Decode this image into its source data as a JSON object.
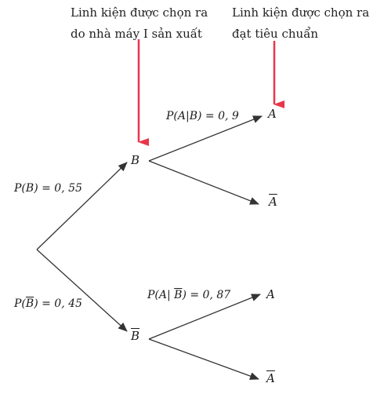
{
  "annotations": {
    "left": {
      "line1": "Linh kiện được chọn ra",
      "line2": "do nhà máy I sản xuất"
    },
    "right": {
      "line1": "Linh kiện được chọn ra",
      "line2": "đạt tiêu chuẩn"
    }
  },
  "nodes": {
    "b": "B",
    "b_bar": "B",
    "a_top": "A",
    "a_bar_top": "A",
    "a_bottom": "A",
    "a_bar_bottom": "A"
  },
  "probabilities": {
    "p_b": {
      "prefix": "P(",
      "event": "B",
      "suffix": ") = 0, 55"
    },
    "p_b_bar": {
      "prefix": "P(",
      "event": "B",
      "suffix": ") = 0, 45"
    },
    "p_a_given_b": {
      "prefix": "P(",
      "event": "A|B",
      "suffix": ") = 0, 9"
    },
    "p_a_given_b_bar": {
      "prefix": "P(A| ",
      "event": "B",
      "suffix": ") = 0, 87"
    }
  },
  "colors": {
    "pointer_arrow": "#e8364a",
    "tree_line": "#333333"
  }
}
